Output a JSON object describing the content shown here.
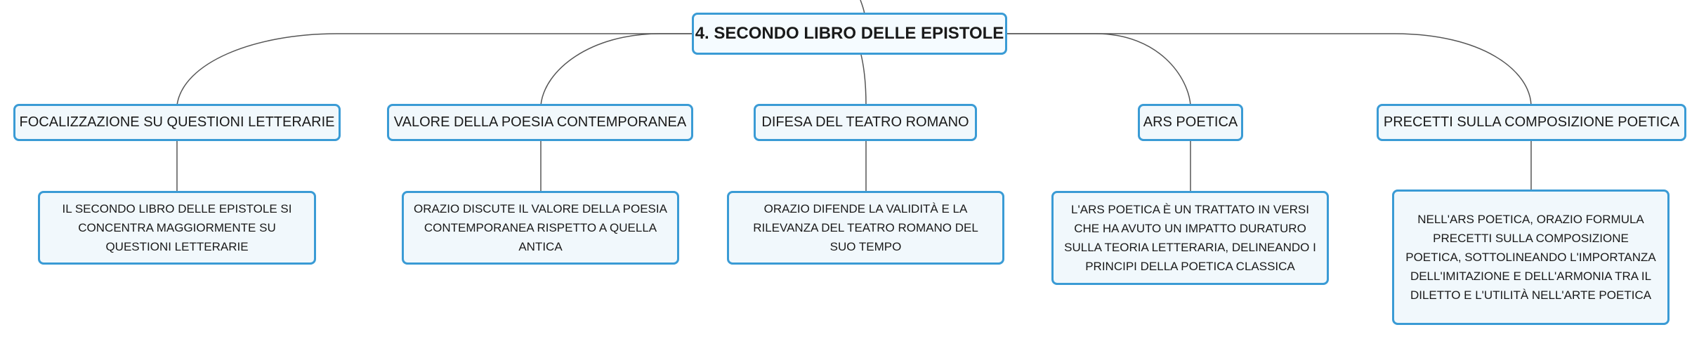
{
  "root": {
    "label": "4. SECONDO LIBRO DELLE EPISTOLE"
  },
  "branches": [
    {
      "label": "FOCALIZZAZIONE SU QUESTIONI LETTERARIE",
      "detail": "IL SECONDO LIBRO DELLE EPISTOLE SI CONCENTRA MAGGIORMENTE SU QUESTIONI LETTERARIE"
    },
    {
      "label": "VALORE DELLA POESIA CONTEMPORANEA",
      "detail": "ORAZIO DISCUTE IL VALORE DELLA POESIA CONTEMPORANEA RISPETTO A QUELLA ANTICA"
    },
    {
      "label": "DIFESA DEL TEATRO ROMANO",
      "detail": "ORAZIO DIFENDE LA VALIDITÀ E LA RILEVANZA DEL TEATRO ROMANO DEL SUO TEMPO"
    },
    {
      "label": "ARS POETICA",
      "detail": "L'ARS POETICA È UN TRATTATO IN VERSI CHE HA AVUTO UN IMPATTO DURATURO SULLA TEORIA LETTERARIA, DELINEANDO I PRINCIPI DELLA POETICA CLASSICA"
    },
    {
      "label": "PRECETTI SULLA COMPOSIZIONE POETICA",
      "detail": "NELL'ARS POETICA, ORAZIO FORMULA PRECETTI SULLA COMPOSIZIONE POETICA, SOTTOLINEANDO L'IMPORTANZA DELL'IMITAZIONE E DELL'ARMONIA TRA IL DILETTO E L'UTILITÀ NELL'ARTE POETICA"
    }
  ],
  "colors": {
    "border": "#3a9bd5",
    "fill": "#f1f8fc",
    "line": "#555555"
  }
}
